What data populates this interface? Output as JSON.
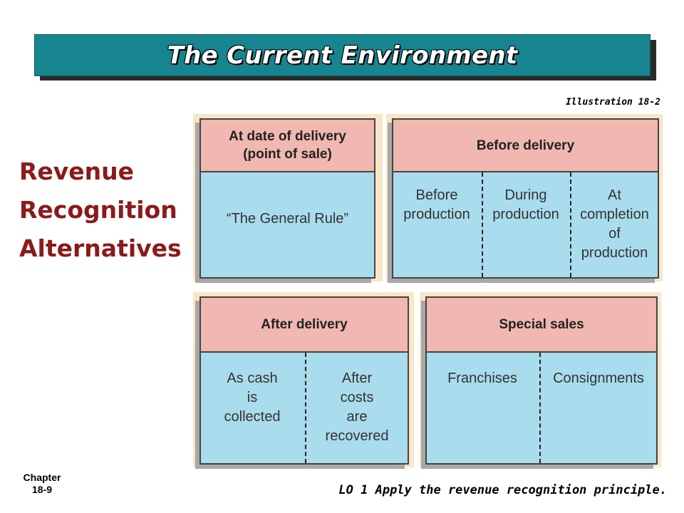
{
  "title": "The Current Environment",
  "illustration_label": "Illustration 18-2",
  "heading": [
    "Revenue",
    "Recognition",
    "Alternatives"
  ],
  "boxes": {
    "delivery": {
      "header_line1": "At date of delivery",
      "header_line2": "(point of sale)",
      "body": "“The General Rule”"
    },
    "before": {
      "header": "Before delivery",
      "cells": [
        [
          "Before",
          "production"
        ],
        [
          "During",
          "production"
        ],
        [
          "At",
          "completion",
          "of",
          "production"
        ]
      ]
    },
    "after": {
      "header": "After delivery",
      "cells": [
        [
          "As cash",
          "is",
          "collected"
        ],
        [
          "After",
          "costs",
          "are",
          "recovered"
        ]
      ]
    },
    "special": {
      "header": "Special sales",
      "cells": [
        "Franchises",
        "Consignments"
      ]
    }
  },
  "footer": {
    "chapter_line1": "Chapter",
    "chapter_line2": "18-9",
    "lo": "LO 1 Apply the revenue recognition principle."
  }
}
